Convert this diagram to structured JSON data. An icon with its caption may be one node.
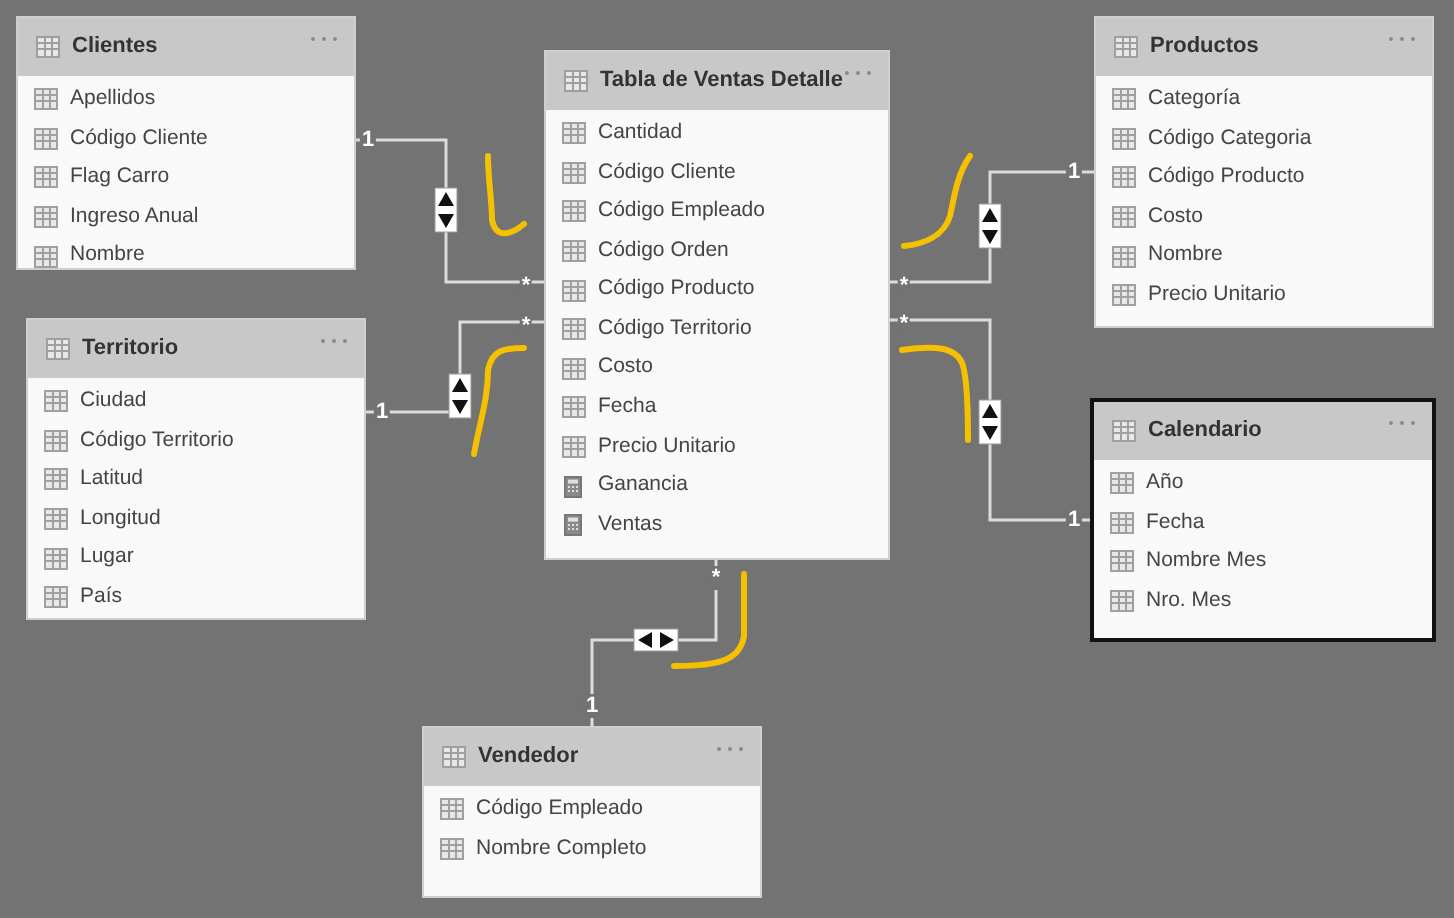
{
  "diagram": {
    "nodes": [
      {
        "text": [
          "Clientes",
          "Apellidos",
          "Código Cliente",
          "Flag Carro",
          "Ingreso Anual",
          "Nombre"
        ]
      },
      {
        "text": [
          "Territorio",
          "Ciudad",
          "Código Territorio",
          "Latitud",
          "Longitud",
          "Lugar",
          "País"
        ]
      },
      {
        "text": [
          "Tabla de Ventas Detalle",
          "Cantidad",
          "Código Cliente",
          "Código Empleado",
          "Código Orden",
          "Código Producto",
          "Código Territorio",
          "Costo",
          "Fecha",
          "Precio Unitario",
          "Ganancia",
          "Ventas"
        ]
      },
      {
        "text": [
          "Productos",
          "Categoría",
          "Código Categoria",
          "Código Producto",
          "Costo",
          "Nombre",
          "Precio Unitario"
        ]
      },
      {
        "text": [
          "Calendario",
          "Año",
          "Fecha",
          "Nombre Mes",
          "Nro. Mes"
        ]
      },
      {
        "text": [
          "Vendedor",
          "Código Empleado",
          "Nombre Completo"
        ]
      }
    ],
    "edges": [
      {
        "from": 0,
        "to": 2,
        "arrow": "none"
      },
      {
        "from": 1,
        "to": 2,
        "arrow": "none"
      },
      {
        "from": 3,
        "to": 2,
        "arrow": "none"
      },
      {
        "from": 4,
        "to": 2,
        "arrow": "none"
      },
      {
        "from": 5,
        "to": 2,
        "arrow": "none"
      }
    ],
    "labels": [
      "1",
      "*",
      "*",
      "1",
      "1",
      "*",
      "*",
      "1",
      "*",
      "1"
    ]
  }
}
